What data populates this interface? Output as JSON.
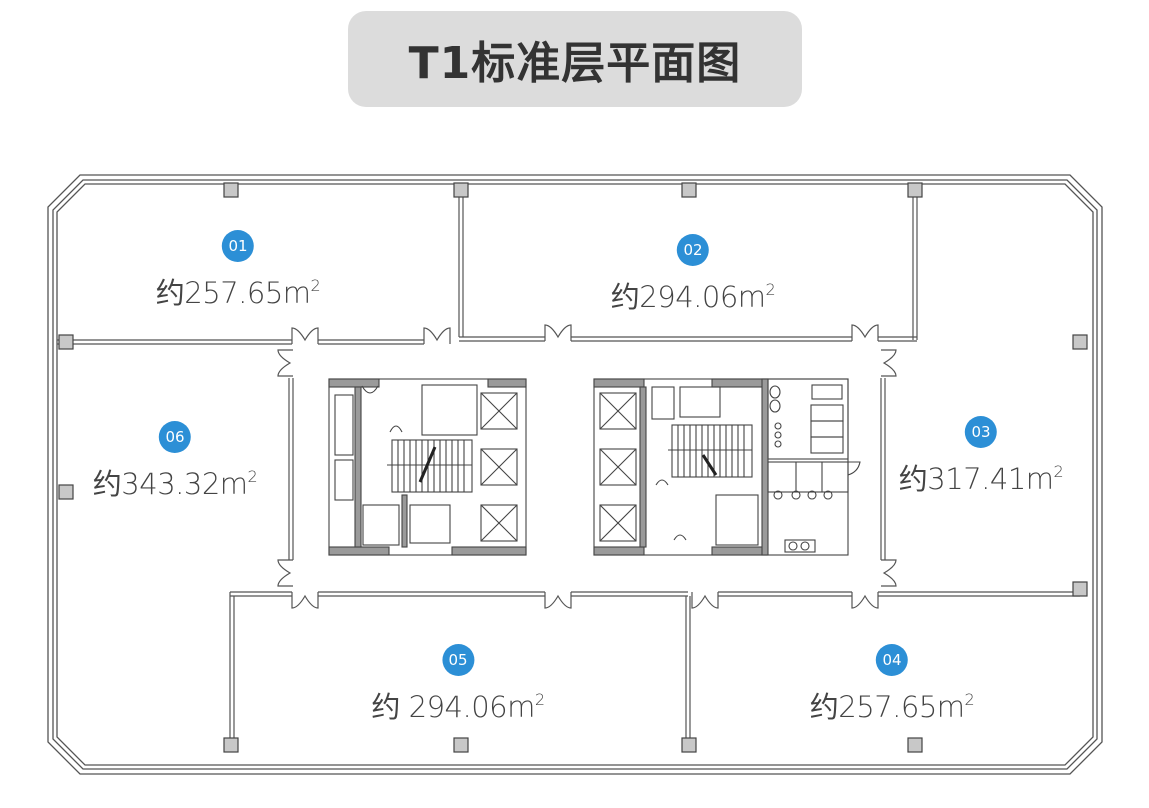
{
  "title": "T1标准层平面图",
  "colors": {
    "badge": "#2c8fd6",
    "title_bg": "#dcdcdc",
    "title_text": "#333333",
    "wall": "#555555",
    "column_fill": "#c8c8c8",
    "core_wall_fill": "#9a9a9a",
    "area_text": "#444444"
  },
  "units": [
    {
      "id": "01",
      "prefix": "约",
      "value": "257.65",
      "unit": "m",
      "exp": "2"
    },
    {
      "id": "02",
      "prefix": "约",
      "value": "294.06",
      "unit": "m",
      "exp": "2"
    },
    {
      "id": "03",
      "prefix": "约",
      "value": "317.41",
      "unit": "m",
      "exp": "2"
    },
    {
      "id": "04",
      "prefix": "约",
      "value": "257.65",
      "unit": "m",
      "exp": "2"
    },
    {
      "id": "05",
      "prefix": "约 ",
      "value": "294.06",
      "unit": "m",
      "exp": "2"
    },
    {
      "id": "06",
      "prefix": "约",
      "value": "343.32",
      "unit": "m",
      "exp": "2"
    }
  ]
}
